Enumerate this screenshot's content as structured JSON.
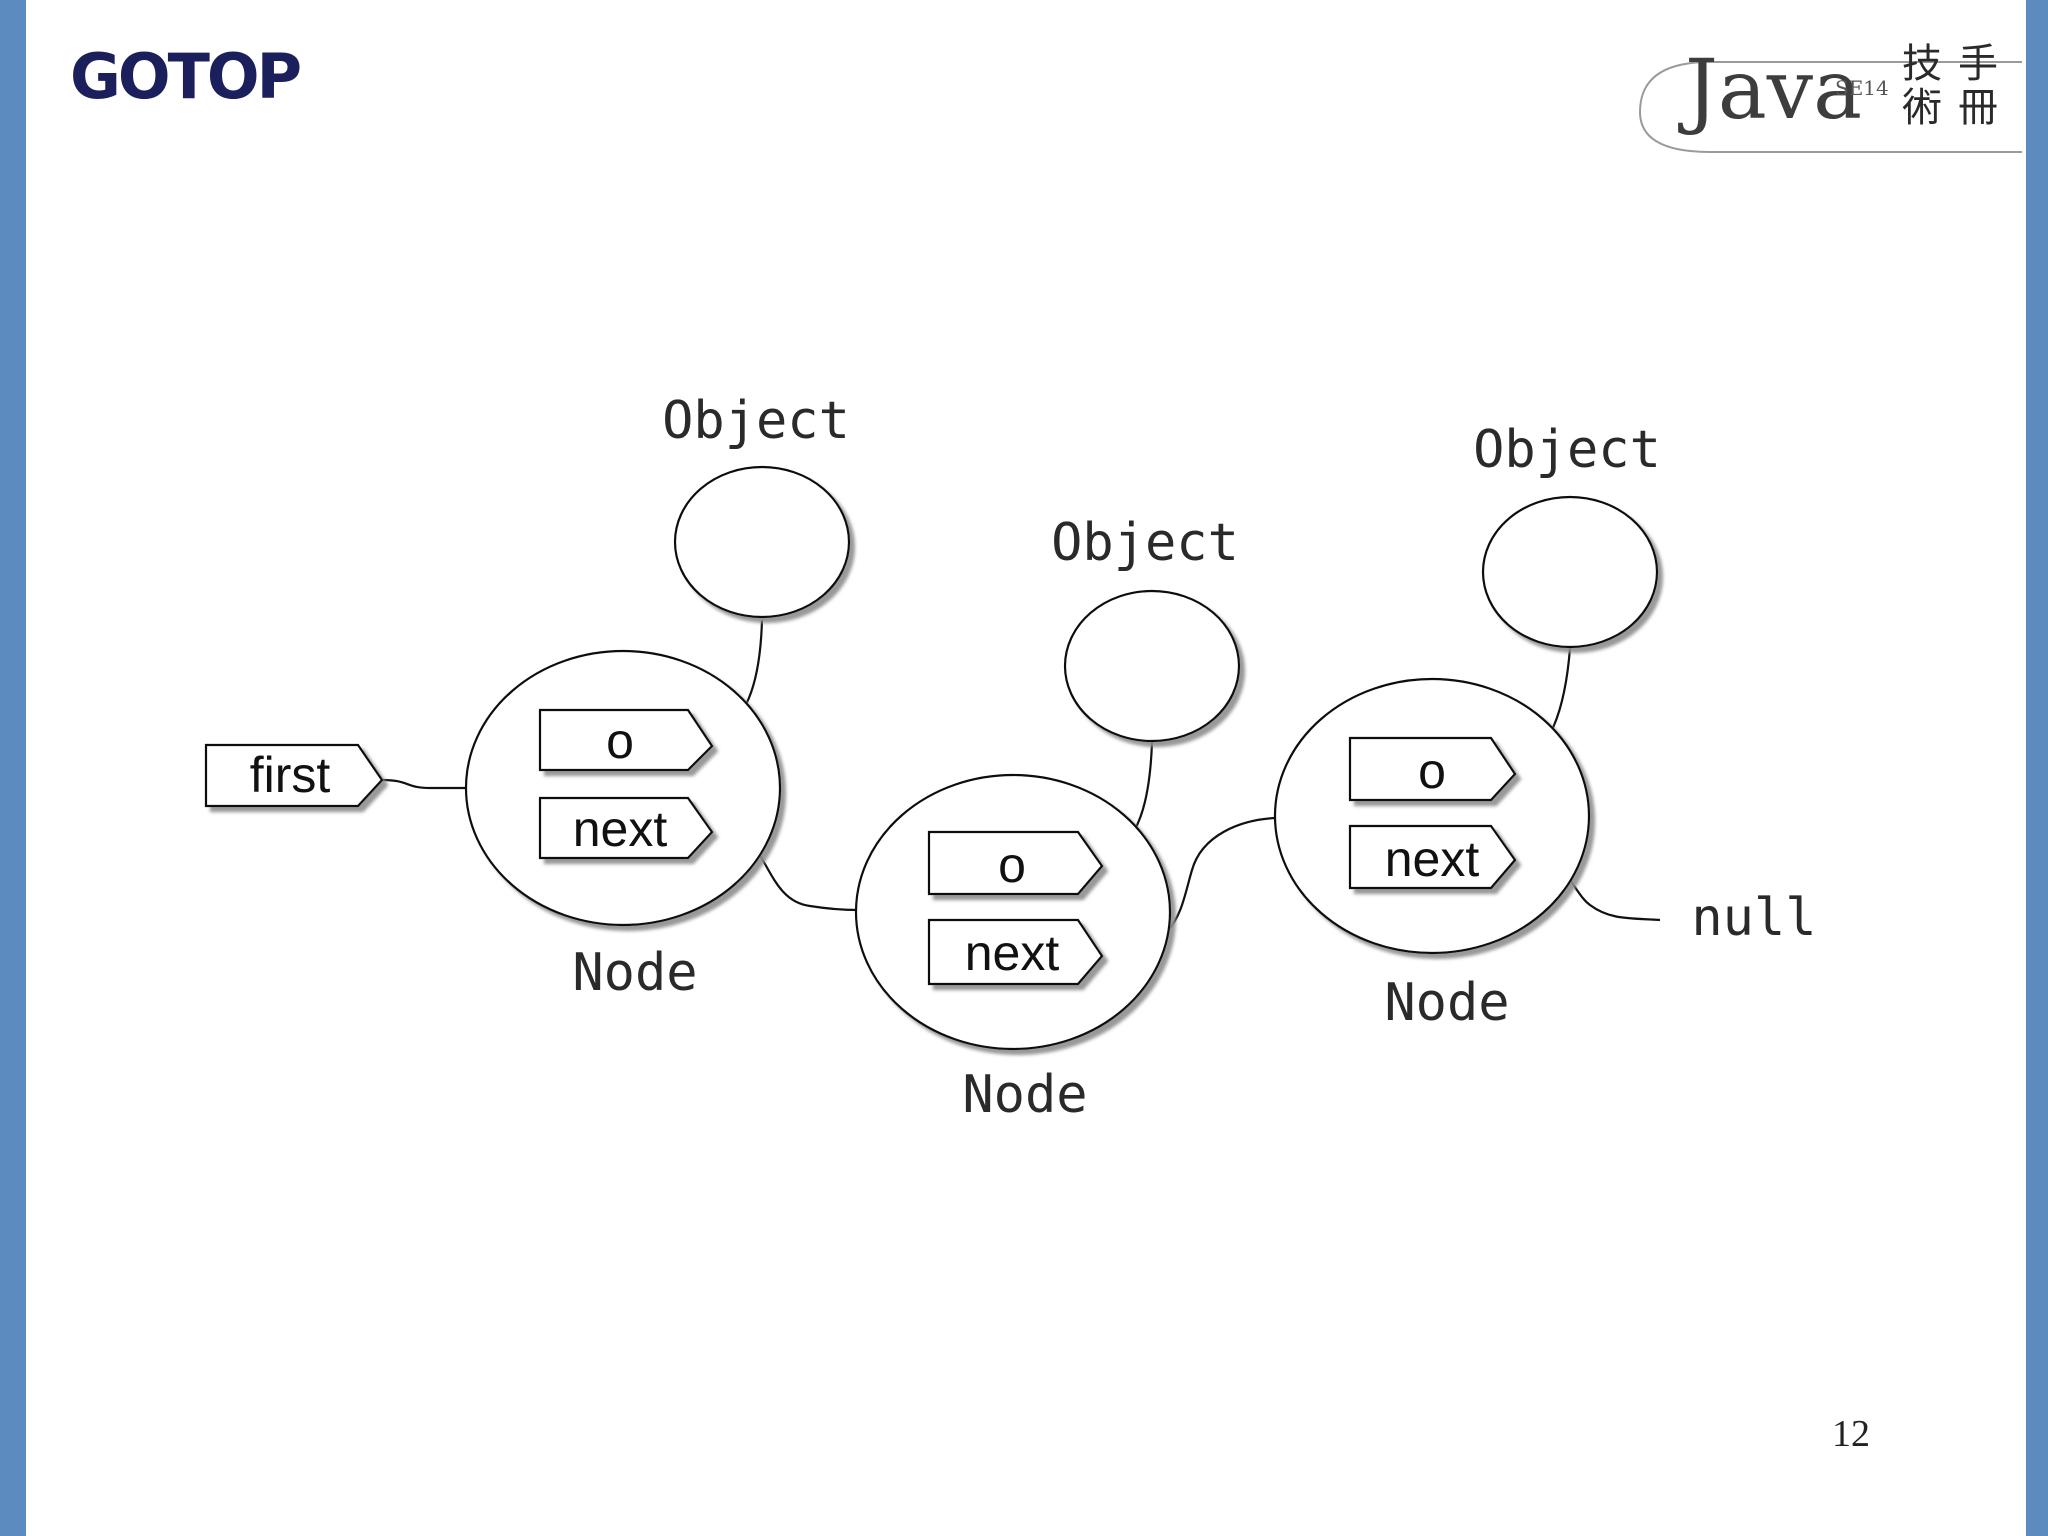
{
  "header": {
    "brand": "GOTOP",
    "book_logo": {
      "word": "Java",
      "edition": "SE14",
      "cjk_line1": "技術",
      "cjk_line2": "手冊"
    }
  },
  "diagram": {
    "pointer_label": "first",
    "node_label": "Node",
    "object_label": "Object",
    "field_o": "o",
    "field_next": "next",
    "terminal": "null"
  },
  "footer": {
    "page_number": "12"
  },
  "colors": {
    "side_bar": "#5b8bbf",
    "brand": "#1b1f5c",
    "stroke": "#111111",
    "shadow": "#999999"
  }
}
